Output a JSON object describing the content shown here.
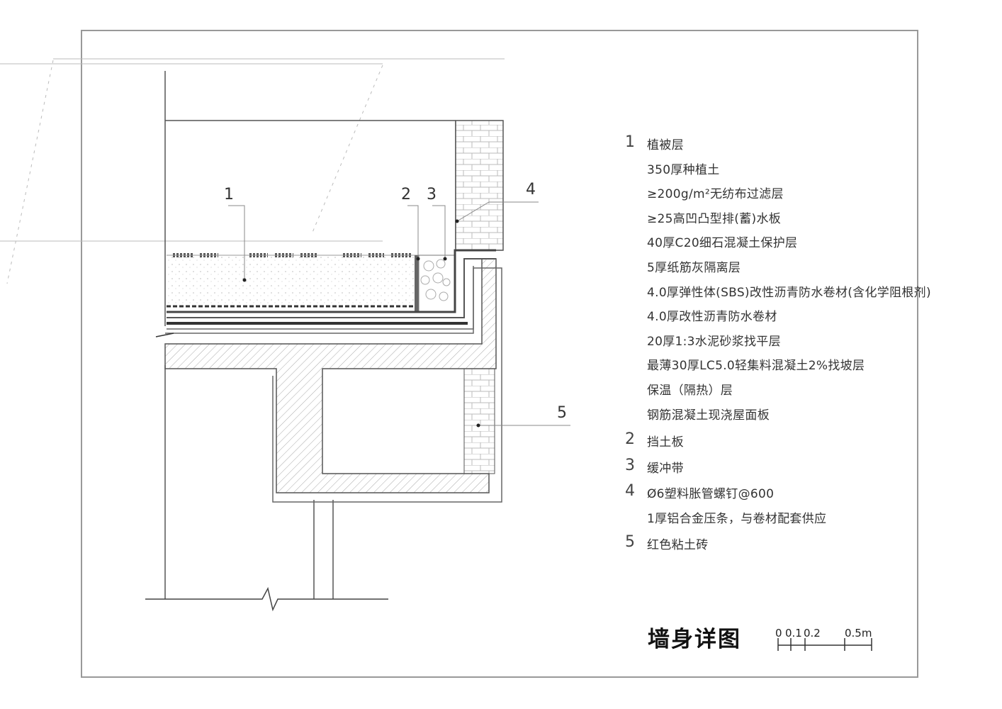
{
  "title": "墙身详图",
  "callouts": [
    "1",
    "2",
    "3",
    "4",
    "5"
  ],
  "legend": [
    {
      "num": "1",
      "lines": [
        "植被层",
        "350厚种植土",
        "≥200g/m²无纺布过滤层",
        "≥25高凹凸型排(蓄)水板",
        "40厚C20细石混凝土保护层",
        "5厚纸筋灰隔离层",
        "4.0厚弹性体(SBS)改性沥青防水卷材(含化学阻根剂)",
        "4.0厚改性沥青防水卷材",
        "20厚1:3水泥砂浆找平层",
        "最薄30厚LC5.0轻集料混凝土2%找坡层",
        "保温（隔热）层",
        "钢筋混凝土现浇屋面板"
      ]
    },
    {
      "num": "2",
      "lines": [
        "挡土板"
      ]
    },
    {
      "num": "3",
      "lines": [
        "缓冲带"
      ]
    },
    {
      "num": "4",
      "lines": [
        "Ø6塑料胀管螺钉@600",
        "1厚铝合金压条，与卷材配套供应"
      ]
    },
    {
      "num": "5",
      "lines": [
        "红色粘土砖"
      ]
    }
  ],
  "scale": {
    "ticks": [
      "0",
      "0.1",
      "0.2",
      "0.5m"
    ]
  },
  "colors": {
    "line": "#555555",
    "hatch": "#888888",
    "frame": "#999999"
  }
}
